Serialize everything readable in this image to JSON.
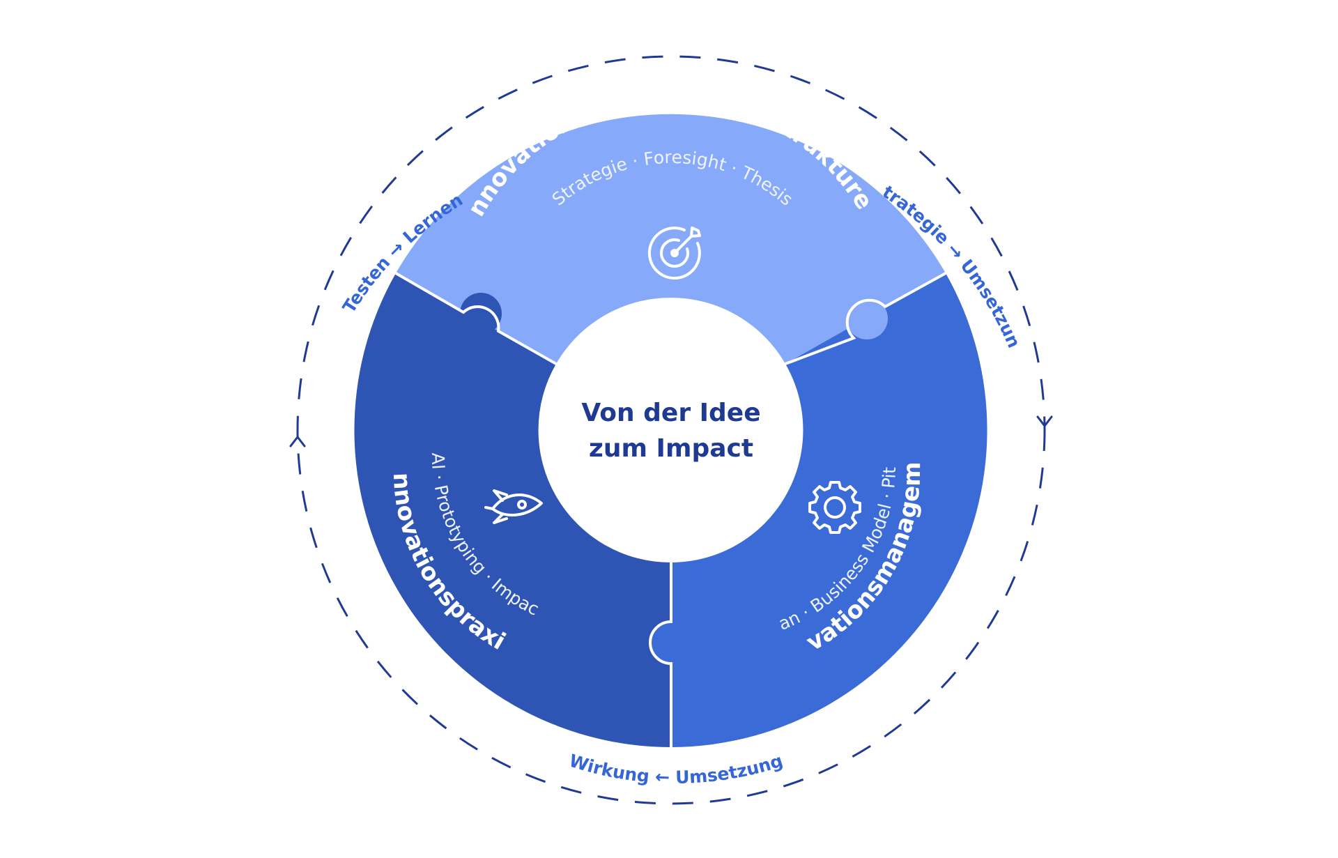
{
  "colors": {
    "background": "#ffffff",
    "ring": "#1f3a93",
    "ring_label": "#3566d6",
    "top_segment": "#87a9fa",
    "left_segment": "#2f55b4",
    "right_segment": "#3a6bd6",
    "center_text": "#1f3a93",
    "segment_text": "#ffffff"
  },
  "center": {
    "line1": "Von der Idee",
    "line2": "zum Impact"
  },
  "segments": {
    "top": {
      "title": "Innovationsstrategien & -strukturen",
      "subtitle": "Strategie · Foresight · Thesis",
      "icon": "target-icon"
    },
    "right": {
      "title": "Innovationsmanagement",
      "subtitle": "Lean · Business Model · Pitch",
      "icon": "gear-icon"
    },
    "left": {
      "title": "Innovationspraxis",
      "subtitle": "AI · Prototyping · Impact",
      "icon": "rocket-icon"
    }
  },
  "cycle_labels": {
    "top_left": "Testen → Lernen",
    "top_right": "Strategie → Umsetzung",
    "bottom": "Wirkung ← Umsetzung"
  }
}
